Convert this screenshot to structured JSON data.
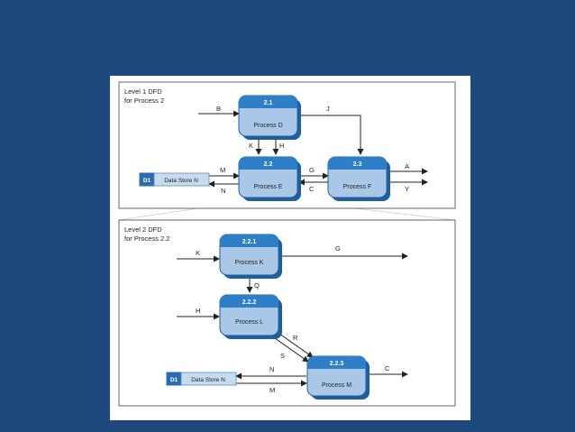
{
  "level1": {
    "title_line1": "Level 1 DFD",
    "title_line2": "for Process 2",
    "processes": [
      {
        "id": "2.1",
        "name": "Process D"
      },
      {
        "id": "2.2",
        "name": "Process E"
      },
      {
        "id": "2.3",
        "name": "Process F"
      }
    ],
    "store": {
      "id": "D1",
      "name": "Data Store N"
    },
    "flows": {
      "B": "B",
      "J": "J",
      "K": "K",
      "H": "H",
      "M": "M",
      "N": "N",
      "G": "G",
      "C": "C",
      "A": "A",
      "Y": "Y"
    }
  },
  "level2": {
    "title_line1": "Level 2 DFD",
    "title_line2": "for Process 2.2",
    "processes": [
      {
        "id": "2.2.1",
        "name": "Process K"
      },
      {
        "id": "2.2.2",
        "name": "Process L"
      },
      {
        "id": "2.2.3",
        "name": "Process M"
      }
    ],
    "store": {
      "id": "D1",
      "name": "Data Store N"
    },
    "flows": {
      "K": "K",
      "G": "G",
      "Q": "Q",
      "H": "H",
      "R": "R",
      "S": "S",
      "N": "N",
      "M": "M",
      "C": "C"
    }
  },
  "colors": {
    "background": "#1f497d",
    "process_header": "#2f7fc8",
    "process_body": "#a9c8e8",
    "process_shadow": "#1f5f9f",
    "store_id": "#2b6cb0",
    "store_body": "#c6dbef"
  }
}
